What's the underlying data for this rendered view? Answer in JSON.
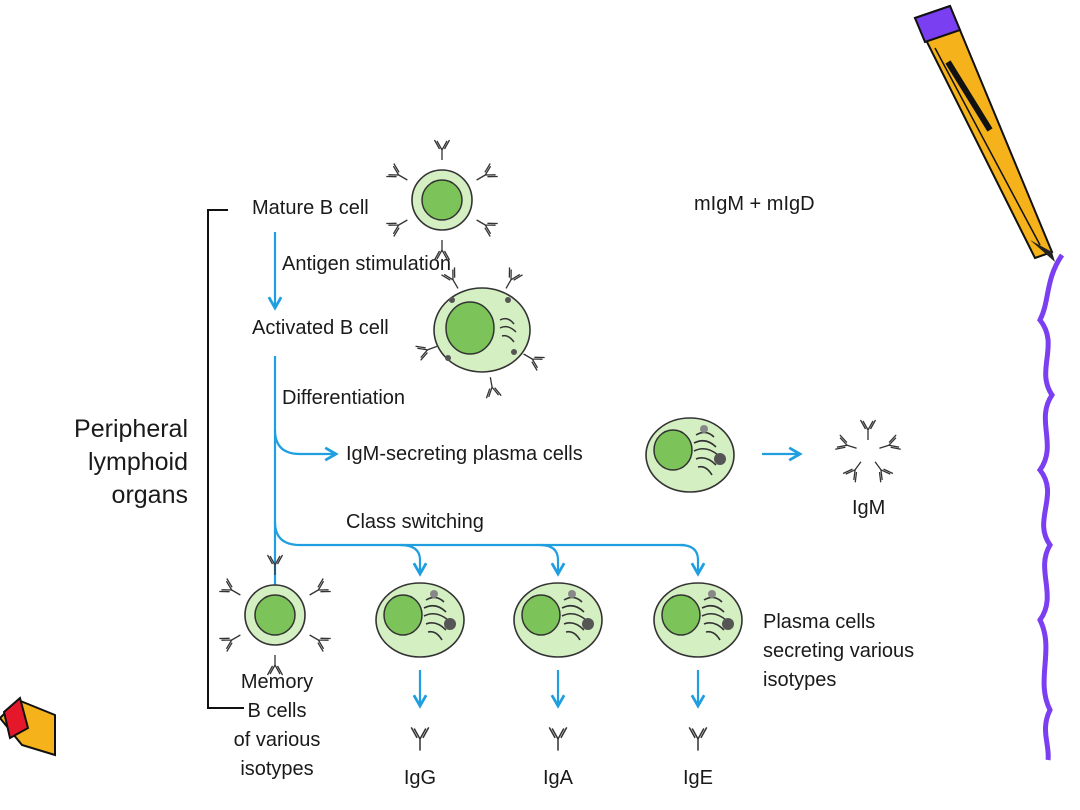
{
  "slide": {
    "side_label": [
      "Peripheral",
      "lymphoid",
      "organs"
    ],
    "mature_b_cell": "Mature B cell",
    "membrane_ig": "mIgM + mIgD",
    "antigen_stimulation": "Antigen stimulation",
    "activated_b_cell": "Activated B cell",
    "differentiation": "Differentiation",
    "igm_plasma_cells": "IgM-secreting plasma cells",
    "igm": "IgM",
    "class_switching": "Class switching",
    "memory_cells": [
      "Memory",
      "B cells",
      "of various",
      "isotypes"
    ],
    "plasma_various": [
      "Plasma cells",
      "secreting various",
      "isotypes"
    ],
    "isotypes": [
      "IgG",
      "IgA",
      "IgE"
    ]
  },
  "colors": {
    "arrow": "#1f9fe0",
    "cell_fill": "#d4efc2",
    "nucleus": "#7cc35a",
    "pencil_body": "#f5b21a",
    "squiggle": "#7b3ff2"
  }
}
